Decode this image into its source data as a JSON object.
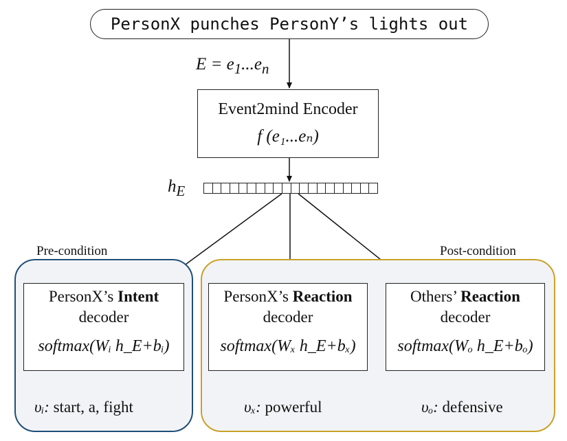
{
  "colors": {
    "pre_border": "#1f4e79",
    "post_border": "#c9a227"
  },
  "event": {
    "text": "PersonX punches PersonY’s lights out"
  },
  "embedding": {
    "lhs": "E = e",
    "lhs_sub": "1",
    "mid": "...e",
    "mid_sub": "n"
  },
  "encoder": {
    "title": "Event2mind Encoder",
    "formula": "f (e₁...eₙ)"
  },
  "hidden": {
    "label": "h",
    "label_sub": "E",
    "cells": 20
  },
  "regions": {
    "pre_label": "Pre-condition",
    "post_label": "Post-condition"
  },
  "decoders": [
    {
      "line1_plain": "PersonX’s ",
      "line1_bold": "Intent",
      "line2": "decoder",
      "formula": "softmax(Wᵢ h_E+bᵢ)",
      "result_var": "υᵢ:",
      "result_text": " start, a, fight"
    },
    {
      "line1_plain": "PersonX’s ",
      "line1_bold": "Reaction",
      "line2": "decoder",
      "formula": "softmax(Wₓ h_E+bₓ)",
      "result_var": "υₓ:",
      "result_text": " powerful"
    },
    {
      "line1_plain": "Others’ ",
      "line1_bold": "Reaction",
      "line2": "decoder",
      "formula": "softmax(Wₒ h_E+bₒ)",
      "result_var": "υₒ:",
      "result_text": " defensive"
    }
  ]
}
